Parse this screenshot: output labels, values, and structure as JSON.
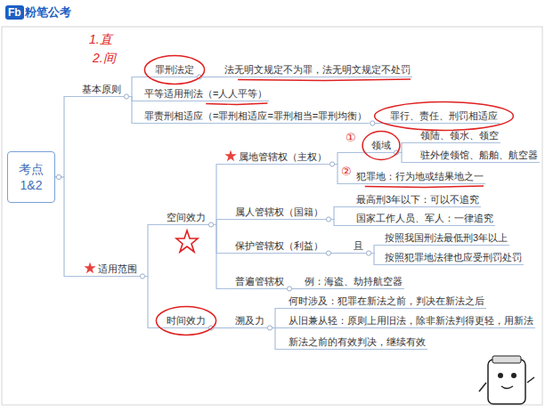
{
  "diagram": {
    "nodes": [
      {
        "text": [
          "考点 1&2"
        ]
      },
      {
        "text": [
          "基本原则"
        ]
      },
      {
        "text": [
          "罪刑法定"
        ]
      },
      {
        "text": [
          "法无明文规定不为罪，法无明文规定不处罚"
        ]
      },
      {
        "text": [
          "平等适用刑法（=人人平等）"
        ]
      },
      {
        "text": [
          "罪责刑相适应（=罪刑相适应=罪刑相当=罪刑均衡）"
        ]
      },
      {
        "text": [
          "罪行、责任、刑罚相适应"
        ]
      },
      {
        "text": [
          "适用范围"
        ]
      },
      {
        "text": [
          "空间效力"
        ]
      },
      {
        "text": [
          "属地管辖权（主权）"
        ]
      },
      {
        "text": [
          "领域"
        ]
      },
      {
        "text": [
          "领陆、领水、领空"
        ]
      },
      {
        "text": [
          "驻外使领馆、船舶、航空器"
        ]
      },
      {
        "text": [
          "犯罪地：行为地或结果地之一"
        ]
      },
      {
        "text": [
          "属人管辖权（国籍）"
        ]
      },
      {
        "text": [
          "最高刑3年以下：可以不追究"
        ]
      },
      {
        "text": [
          "国家工作人员、军人：一律追究"
        ]
      },
      {
        "text": [
          "保护管辖权（利益）"
        ]
      },
      {
        "text": [
          "且"
        ]
      },
      {
        "text": [
          "按照我国刑法最低刑3年以上"
        ]
      },
      {
        "text": [
          "按照犯罪地法律也应受刑罚处罚"
        ]
      },
      {
        "text": [
          "普遍管辖权"
        ]
      },
      {
        "text": [
          "例：海盗、劫持航空器"
        ]
      },
      {
        "text": [
          "时间效力"
        ]
      },
      {
        "text": [
          "溯及力"
        ]
      },
      {
        "text": [
          "何时涉及：犯罪在新法之前，判决在新法之后"
        ]
      },
      {
        "text": [
          "从旧兼从轻：原则上用旧法，除非新法判得更轻，用新法"
        ]
      },
      {
        "text": [
          "新法之前的有效判决，继续有效"
        ]
      }
    ],
    "edges": [
      {
        "from": 0,
        "to": 1,
        "arrow": "none"
      },
      {
        "from": 1,
        "to": 2,
        "arrow": "none"
      },
      {
        "from": 2,
        "to": 3,
        "arrow": "none"
      },
      {
        "from": 1,
        "to": 4,
        "arrow": "none"
      },
      {
        "from": 1,
        "to": 5,
        "arrow": "none"
      },
      {
        "from": 5,
        "to": 6,
        "arrow": "none"
      },
      {
        "from": 0,
        "to": 7,
        "arrow": "none"
      },
      {
        "from": 7,
        "to": 8,
        "arrow": "none"
      },
      {
        "from": 8,
        "to": 9,
        "arrow": "none"
      },
      {
        "from": 9,
        "to": 10,
        "arrow": "none"
      },
      {
        "from": 10,
        "to": 11,
        "arrow": "none"
      },
      {
        "from": 10,
        "to": 12,
        "arrow": "none"
      },
      {
        "from": 9,
        "to": 13,
        "arrow": "none"
      },
      {
        "from": 8,
        "to": 14,
        "arrow": "none"
      },
      {
        "from": 14,
        "to": 15,
        "arrow": "none"
      },
      {
        "from": 14,
        "to": 16,
        "arrow": "none"
      },
      {
        "from": 8,
        "to": 17,
        "arrow": "none"
      },
      {
        "from": 17,
        "to": 18,
        "arrow": "none"
      },
      {
        "from": 18,
        "to": 19,
        "arrow": "none"
      },
      {
        "from": 18,
        "to": 20,
        "arrow": "none"
      },
      {
        "from": 8,
        "to": 21,
        "arrow": "none"
      },
      {
        "from": 21,
        "to": 22,
        "arrow": "none"
      },
      {
        "from": 7,
        "to": 23,
        "arrow": "none"
      },
      {
        "from": 23,
        "to": 24,
        "arrow": "none"
      },
      {
        "from": 24,
        "to": 25,
        "arrow": "none"
      },
      {
        "from": 24,
        "to": 26,
        "arrow": "none"
      },
      {
        "from": 24,
        "to": 27,
        "arrow": "none"
      }
    ],
    "labels": [
      "Fb",
      "粉笔公考",
      "1.直",
      "2.间",
      "①",
      "②"
    ]
  }
}
